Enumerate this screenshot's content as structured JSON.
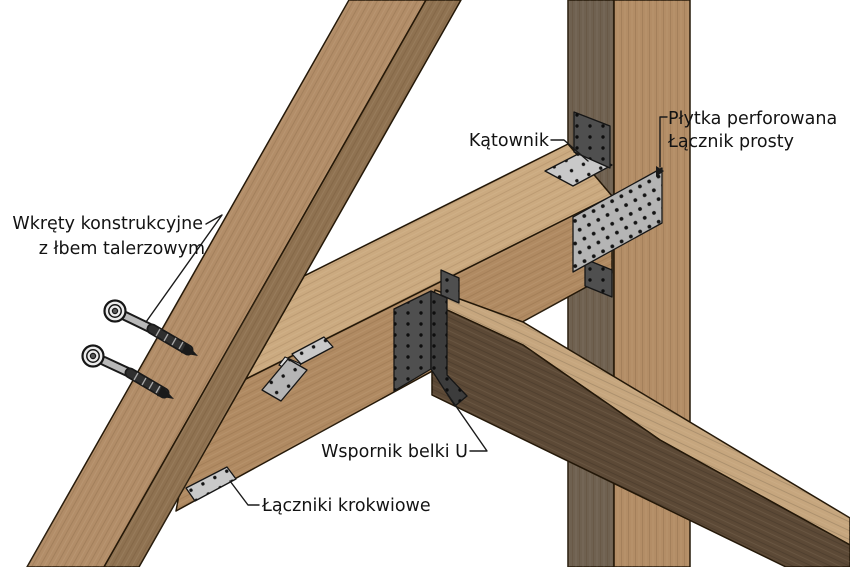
{
  "figure": {
    "background": "#ffffff"
  },
  "labels": {
    "screws": {
      "line1": "Wkręty konstrukcyjne",
      "line2": "z łbem talerzowym"
    },
    "angle_bracket": "Kątownik",
    "perforated_plate": "Płytka perforowana",
    "straight_connector": "Łącznik prosty",
    "u_beam_hanger": "Wspornik belki U",
    "rafter_connectors": "Łączniki krokwiowe"
  },
  "colors": {
    "background": "#ffffff",
    "rafter_front": "#b28d68",
    "rafter_side": "#8f7251",
    "purlin_top": "#cbaa80",
    "purlin_front": "#b08a62",
    "post_front": "#b38d66",
    "post_side": "#6f6150",
    "beam_top": "#c6a67e",
    "beam_front": "#5c4936",
    "metal_light": "#c9c9c9",
    "metal_plate": "#b5b5b5",
    "metal_mid": "#8f8f8f",
    "metal_dark": "#4f4f4f",
    "metal_darker": "#3c3c3c",
    "screw_shaft": "#2f2f2f",
    "outline": "#241808",
    "leader": "#1a1a1a",
    "text": "#131313"
  }
}
